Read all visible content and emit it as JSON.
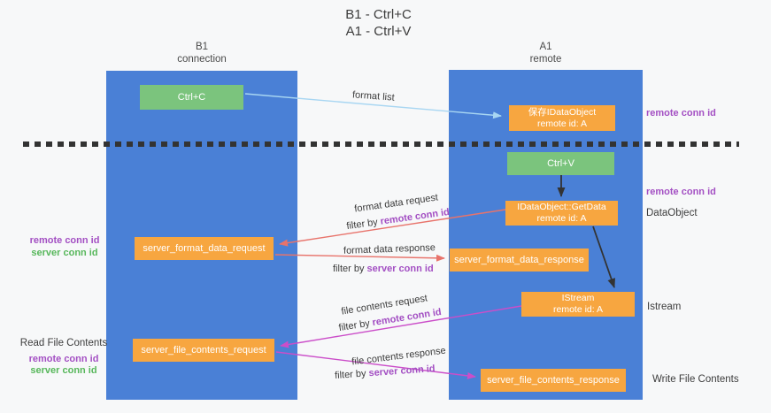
{
  "title": {
    "line1": "B1 - Ctrl+C",
    "line2": "A1 - Ctrl+V"
  },
  "lanes": {
    "b1": {
      "name": "B1",
      "subtitle": "connection"
    },
    "a1": {
      "name": "A1",
      "subtitle": "remote"
    }
  },
  "nodes": {
    "ctrl_c": {
      "label": "Ctrl+C"
    },
    "ctrl_v": {
      "label": "Ctrl+V"
    },
    "save_idataobject": {
      "line1": "保存IDataObject",
      "line2": "remote id: A"
    },
    "idataobject_getdata": {
      "line1": "IDataObject::GetData",
      "line2": "remote id: A"
    },
    "istream": {
      "line1": "IStream",
      "line2": "remote id: A"
    },
    "server_format_data_request": {
      "label": "server_format_data_request"
    },
    "server_format_data_response": {
      "label": "server_format_data_response"
    },
    "server_file_contents_request": {
      "label": "server_file_contents_request"
    },
    "server_file_contents_response": {
      "label": "server_file_contents_response"
    }
  },
  "flow_labels": {
    "format_list": "format list",
    "format_data_request": "format data request",
    "format_data_response": "format data response",
    "file_contents_request": "file contents request",
    "file_contents_response": "file contents response",
    "filter_by": "filter by",
    "remote_conn_id": "remote conn id",
    "server_conn_id": "server conn id"
  },
  "side_labels": {
    "remote_conn_id": "remote conn id",
    "server_conn_id": "server conn id",
    "dataobject": "DataObject",
    "istream": "Istream",
    "read_file_contents": "Read File Contents",
    "write_file_contents": "Write File Contents"
  },
  "colors": {
    "lane_blue": "#4a80d6",
    "node_green": "#7bc47d",
    "node_orange": "#f7a640",
    "arrow_light_blue": "#a8d6f2",
    "arrow_red": "#e8736b",
    "arrow_magenta": "#cb4ec9",
    "arrow_black": "#333333",
    "text_purple": "#a34fc3",
    "text_green": "#57b75b",
    "text_dark": "#3c3c3c"
  }
}
